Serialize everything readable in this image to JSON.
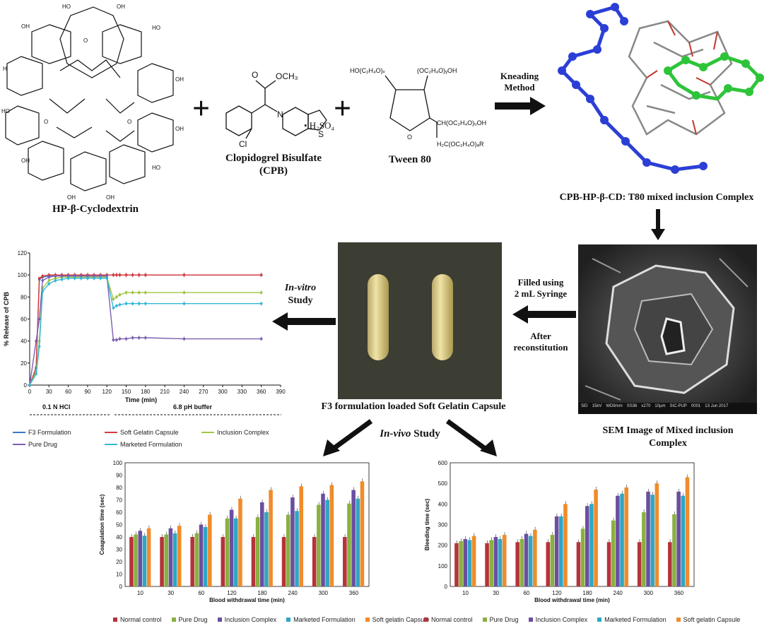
{
  "reactants": {
    "cyclodextrin_label": "HP-β-Cyclodextrin",
    "drug_label_line1": "Clopidogrel Bisulfate",
    "drug_label_line2": "(CPB)",
    "drug_salt": "• H₂SO₄",
    "drug_ester": "OCH₃",
    "drug_cl": "Cl",
    "drug_n": "N",
    "drug_s": "S",
    "tween_label": "Tween 80",
    "tween_groups": [
      "HO(C₂H₄O)ₓ",
      "(OC₂H₄O)ᵧOH",
      "CH(OC₂H₄O)ᵤOH",
      "H₂C(OC₂H₄O)ₐR"
    ],
    "tween_o": "O"
  },
  "process": {
    "kneading_line1": "Kneading",
    "kneading_line2": "Method",
    "complex_label": "CPB-HP-β-CD: T80 mixed  inclusion Complex",
    "sem_label_line1": "SEM Image of  Mixed inclusion",
    "sem_label_line2": "Complex",
    "sem_caption": [
      "SEI",
      "15kV",
      "WD8mm",
      "SS36",
      "x270",
      "10μm",
      "SIC-PUP",
      "0001",
      "13 Jun 2017"
    ],
    "filled_line1": "Filled using",
    "filled_line2": "2 mL Syringe",
    "after_line1": "After",
    "after_line2": "reconstitution",
    "invitro_line1": "In-vitro",
    "invitro_line2": "Study",
    "capsule_label": "F3 formulation loaded Soft Gelatin Capsule",
    "invivo_italic": "In-vivo",
    "invivo_rest": " Study"
  },
  "chart_data": [
    {
      "type": "line",
      "ylabel": "% Release of CPB",
      "xlabel": "Time (min)",
      "x": [
        0,
        10,
        15,
        20,
        30,
        40,
        50,
        60,
        70,
        80,
        90,
        100,
        110,
        120,
        130,
        135,
        140,
        150,
        160,
        170,
        180,
        240,
        360
      ],
      "xticks": [
        0,
        30,
        60,
        90,
        120,
        150,
        180,
        210,
        240,
        270,
        300,
        330,
        360,
        390
      ],
      "yticks": [
        0,
        20,
        40,
        60,
        80,
        100,
        120
      ],
      "xlim": [
        0,
        390
      ],
      "ylim": [
        0,
        120
      ],
      "phase_labels": [
        "0.1 N HCl",
        "6.8 pH buffer"
      ],
      "series": [
        {
          "name": "F3 Formulation",
          "color": "#3a78c8",
          "values": [
            0,
            15,
            96,
            98,
            99,
            100,
            100,
            100,
            100,
            100,
            100,
            100,
            100,
            100,
            100,
            100,
            100,
            100,
            100,
            100,
            100,
            100,
            100
          ]
        },
        {
          "name": "Soft Gelatin Capsule",
          "color": "#d9393c",
          "values": [
            0,
            16,
            97,
            99,
            100,
            100,
            100,
            100,
            100,
            100,
            100,
            100,
            100,
            100,
            100,
            100,
            100,
            100,
            100,
            100,
            100,
            100,
            100
          ]
        },
        {
          "name": "Inclusion Complex",
          "color": "#9fc545",
          "values": [
            0,
            12,
            40,
            88,
            95,
            97,
            98,
            98,
            98,
            98,
            98,
            98,
            98,
            98,
            78,
            80,
            82,
            84,
            84,
            84,
            84,
            84,
            84
          ]
        },
        {
          "name": "Pure Drug",
          "color": "#7a5fb0",
          "values": [
            0,
            40,
            60,
            95,
            98,
            99,
            99,
            99,
            99,
            99,
            99,
            99,
            99,
            99,
            41,
            41,
            42,
            42,
            43,
            43,
            43,
            42,
            42
          ]
        },
        {
          "name": "Marketed Formulation",
          "color": "#33b7d6",
          "values": [
            0,
            10,
            35,
            85,
            92,
            95,
            96,
            97,
            97,
            97,
            97,
            97,
            97,
            97,
            70,
            72,
            73,
            74,
            74,
            74,
            74,
            74,
            74
          ]
        }
      ]
    },
    {
      "type": "bar",
      "ylabel": "Coagulation time (sec)",
      "xlabel": "Blood withdrawal time (min)",
      "categories": [
        "10",
        "30",
        "60",
        "120",
        "180",
        "240",
        "300",
        "360"
      ],
      "yticks": [
        0,
        10,
        20,
        30,
        40,
        50,
        60,
        70,
        80,
        90,
        100
      ],
      "ylim": [
        0,
        100
      ],
      "series": [
        {
          "name": "Normal control",
          "color": "#b5333a",
          "values": [
            40,
            40,
            40,
            40,
            40,
            40,
            40,
            40
          ]
        },
        {
          "name": "Pure Drug",
          "color": "#8ab040",
          "values": [
            42,
            42,
            43,
            55,
            56,
            58,
            66,
            67
          ]
        },
        {
          "name": "Inclusion Complex",
          "color": "#6a4fa0",
          "values": [
            45,
            47,
            50,
            62,
            68,
            72,
            75,
            78
          ]
        },
        {
          "name": "Marketed Formulation",
          "color": "#2fa6c4",
          "values": [
            41,
            43,
            48,
            55,
            60,
            61,
            70,
            71
          ]
        },
        {
          "name": "Soft gelatin Capsule",
          "color": "#f08c2a",
          "values": [
            47,
            49,
            58,
            71,
            78,
            81,
            82,
            85
          ]
        }
      ]
    },
    {
      "type": "bar",
      "ylabel": "Bleeding time (sec)",
      "xlabel": "Blood withdrawal time (min)",
      "categories": [
        "10",
        "30",
        "60",
        "120",
        "180",
        "240",
        "300",
        "360"
      ],
      "yticks": [
        0,
        100,
        200,
        300,
        400,
        500,
        600
      ],
      "ylim": [
        0,
        600
      ],
      "series": [
        {
          "name": "Normal control",
          "color": "#b5333a",
          "values": [
            210,
            210,
            215,
            215,
            215,
            215,
            215,
            215
          ]
        },
        {
          "name": "Pure Drug",
          "color": "#8ab040",
          "values": [
            220,
            225,
            230,
            250,
            280,
            320,
            360,
            350
          ]
        },
        {
          "name": "Inclusion Complex",
          "color": "#6a4fa0",
          "values": [
            230,
            240,
            255,
            340,
            390,
            440,
            460,
            460
          ]
        },
        {
          "name": "Marketed Formulation",
          "color": "#2fa6c4",
          "values": [
            225,
            230,
            245,
            340,
            400,
            450,
            445,
            440
          ]
        },
        {
          "name": "Soft gelatin Capsule",
          "color": "#f08c2a",
          "values": [
            245,
            250,
            275,
            400,
            470,
            480,
            500,
            530
          ]
        }
      ]
    }
  ]
}
